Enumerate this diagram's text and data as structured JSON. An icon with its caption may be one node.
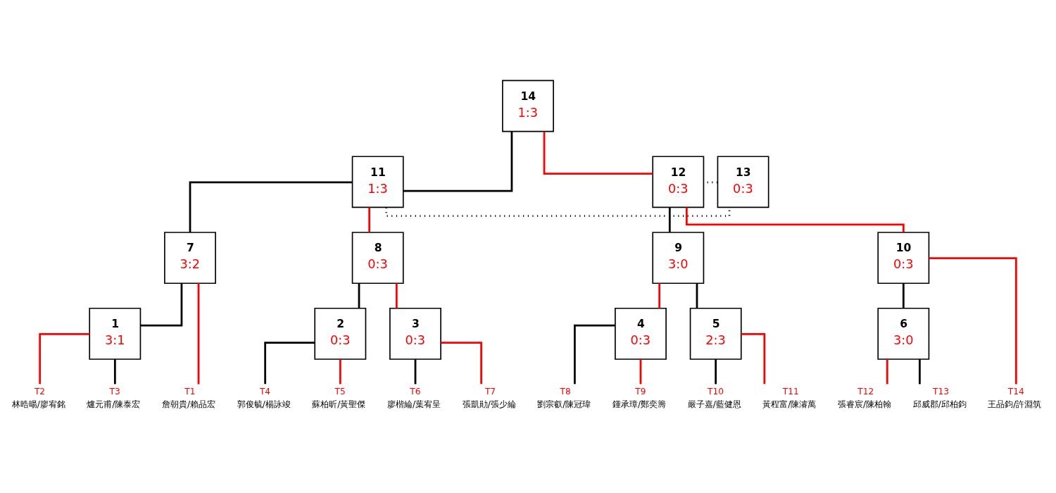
{
  "diagram": {
    "nodes": [
      {
        "text": [
          "14",
          "1:3"
        ]
      },
      {
        "text": [
          "11",
          "1:3"
        ]
      },
      {
        "text": [
          "13",
          "0:3"
        ]
      },
      {
        "text": [
          "12",
          "0:3"
        ]
      },
      {
        "text": [
          "7",
          "3:2"
        ]
      },
      {
        "text": [
          "8",
          "0:3"
        ]
      },
      {
        "text": [
          "9",
          "3:0"
        ]
      },
      {
        "text": [
          "10",
          "0:3"
        ]
      },
      {
        "text": [
          "1",
          "3:1"
        ]
      },
      {
        "text": [
          "2",
          "0:3"
        ]
      },
      {
        "text": [
          "3",
          "0:3"
        ]
      },
      {
        "text": [
          "4",
          "0:3"
        ]
      },
      {
        "text": [
          "5",
          "2:3"
        ]
      },
      {
        "text": [
          "6",
          "3:0"
        ]
      },
      {
        "text": [
          "T1",
          "詹朝貴/賴品宏"
        ]
      },
      {
        "text": [
          "T2",
          "林晧暘/廖宥銘"
        ]
      },
      {
        "text": [
          "T3",
          "爐元甫/陳泰宏"
        ]
      },
      {
        "text": [
          "T4",
          "郭俊毓/楊詠竣"
        ]
      },
      {
        "text": [
          "T5",
          "蘇柏昕/黃聖傑"
        ]
      },
      {
        "text": [
          "T6",
          "廖楷綸/葉宥呈"
        ]
      },
      {
        "text": [
          "T7",
          "張凱勛/張少綸"
        ]
      },
      {
        "text": [
          "T8",
          "劉宗叡/陳冠瑋"
        ]
      },
      {
        "text": [
          "T9",
          "鍾承璋/鄭奕籌"
        ]
      },
      {
        "text": [
          "T10",
          "嚴子嘉/藍健恩"
        ]
      },
      {
        "text": [
          "T11",
          "黃程富/陳濬萬"
        ]
      },
      {
        "text": [
          "T12",
          "張睿宸/陳柏翰"
        ]
      },
      {
        "text": [
          "T13",
          "邱威郡/邱柏鈞"
        ]
      },
      {
        "text": [
          "T14",
          "王品鈞/許淵筑"
        ]
      }
    ],
    "edges": [
      {
        "from": 0,
        "to": 1,
        "arrow": "none"
      },
      {
        "from": 0,
        "to": 3,
        "arrow": "none",
        "color": "#ff0000"
      },
      {
        "from": 1,
        "to": 2,
        "arrow": "none",
        "style": "dashed"
      },
      {
        "from": 2,
        "to": 3,
        "arrow": "none",
        "style": "dashed"
      },
      {
        "from": 1,
        "to": 4,
        "arrow": "none"
      },
      {
        "from": 1,
        "to": 5,
        "arrow": "none",
        "color": "#ff0000"
      },
      {
        "from": 3,
        "to": 6,
        "arrow": "none"
      },
      {
        "from": 3,
        "to": 7,
        "arrow": "none",
        "color": "#ff0000"
      },
      {
        "from": 4,
        "to": 14,
        "arrow": "none",
        "color": "#ff0000"
      },
      {
        "from": 4,
        "to": 8,
        "arrow": "none"
      },
      {
        "from": 5,
        "to": 9,
        "arrow": "none"
      },
      {
        "from": 5,
        "to": 10,
        "arrow": "none",
        "color": "#ff0000"
      },
      {
        "from": 6,
        "to": 11,
        "arrow": "none",
        "color": "#ff0000"
      },
      {
        "from": 6,
        "to": 12,
        "arrow": "none"
      },
      {
        "from": 7,
        "to": 13,
        "arrow": "none"
      },
      {
        "from": 7,
        "to": 27,
        "arrow": "none",
        "color": "#ff0000"
      },
      {
        "from": 8,
        "to": 15,
        "arrow": "none",
        "color": "#ff0000"
      },
      {
        "from": 8,
        "to": 16,
        "arrow": "none"
      },
      {
        "from": 9,
        "to": 17,
        "arrow": "none"
      },
      {
        "from": 9,
        "to": 18,
        "arrow": "none",
        "color": "#ff0000"
      },
      {
        "from": 10,
        "to": 19,
        "arrow": "none"
      },
      {
        "from": 10,
        "to": 20,
        "arrow": "none",
        "color": "#ff0000"
      },
      {
        "from": 11,
        "to": 21,
        "arrow": "none"
      },
      {
        "from": 11,
        "to": 22,
        "arrow": "none",
        "color": "#ff0000"
      },
      {
        "from": 12,
        "to": 23,
        "arrow": "none"
      },
      {
        "from": 12,
        "to": 24,
        "arrow": "none",
        "color": "#ff0000"
      },
      {
        "from": 13,
        "to": 25,
        "arrow": "none",
        "color": "#ff0000"
      },
      {
        "from": 13,
        "to": 26,
        "arrow": "none"
      }
    ]
  }
}
